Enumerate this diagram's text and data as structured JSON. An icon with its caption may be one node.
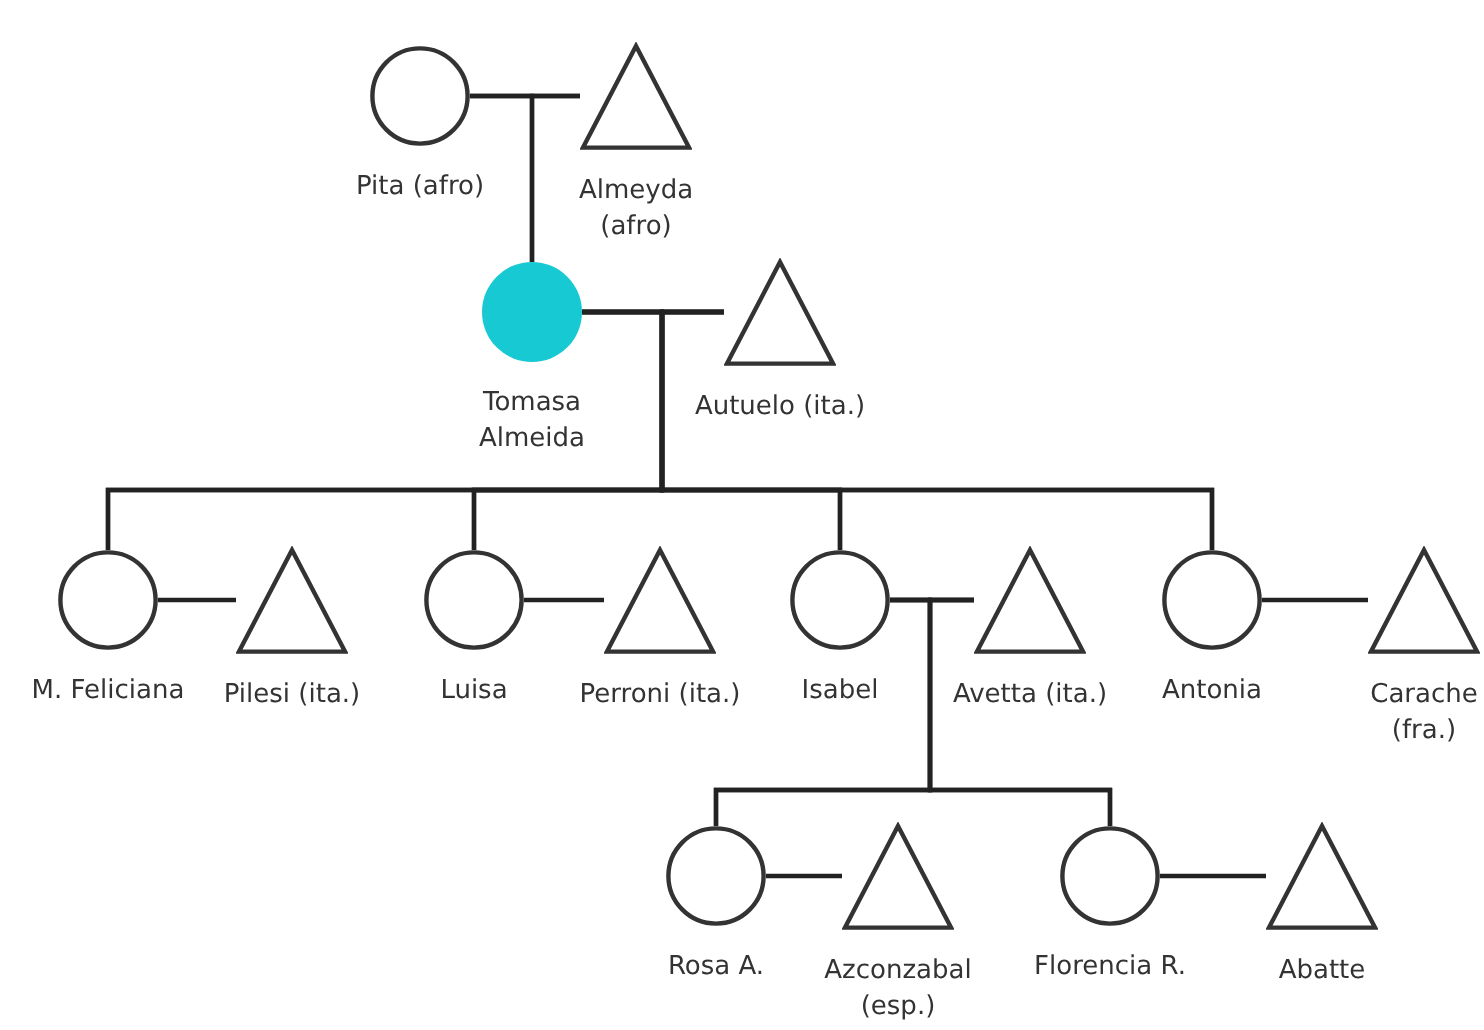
{
  "diagram": {
    "nodes": [
      {
        "text": [
          "Pita (afro)"
        ]
      },
      {
        "text": [
          "Almeyda (afro)"
        ]
      },
      {
        "text": [
          "Tomasa Almeida"
        ]
      },
      {
        "text": [
          "Autuelo (ita.)"
        ]
      },
      {
        "text": [
          "M. Feliciana"
        ]
      },
      {
        "text": [
          "Pilesi (ita.)"
        ]
      },
      {
        "text": [
          "Luisa"
        ]
      },
      {
        "text": [
          "Perroni (ita.)"
        ]
      },
      {
        "text": [
          "Isabel"
        ]
      },
      {
        "text": [
          "Avetta (ita.)"
        ]
      },
      {
        "text": [
          "Antonia"
        ]
      },
      {
        "text": [
          "Carache (fra.)"
        ]
      },
      {
        "text": [
          "Rosa A."
        ]
      },
      {
        "text": [
          "Azconzabal (esp.)"
        ]
      },
      {
        "text": [
          "Florencia R."
        ]
      },
      {
        "text": [
          "Abatte"
        ]
      }
    ],
    "edges": [
      {
        "from": 0,
        "to": 1,
        "arrow": "none"
      },
      {
        "from": 0,
        "to": 2,
        "arrow": "none"
      },
      {
        "from": 1,
        "to": 2,
        "arrow": "none"
      },
      {
        "from": 2,
        "to": 3,
        "arrow": "none"
      },
      {
        "from": 2,
        "to": 4,
        "arrow": "none"
      },
      {
        "from": 3,
        "to": 4,
        "arrow": "none"
      },
      {
        "from": 2,
        "to": 6,
        "arrow": "none"
      },
      {
        "from": 3,
        "to": 6,
        "arrow": "none"
      },
      {
        "from": 2,
        "to": 8,
        "arrow": "none"
      },
      {
        "from": 3,
        "to": 8,
        "arrow": "none"
      },
      {
        "from": 2,
        "to": 10,
        "arrow": "none"
      },
      {
        "from": 3,
        "to": 10,
        "arrow": "none"
      },
      {
        "from": 4,
        "to": 5,
        "arrow": "none"
      },
      {
        "from": 6,
        "to": 7,
        "arrow": "none"
      },
      {
        "from": 8,
        "to": 9,
        "arrow": "none"
      },
      {
        "from": 10,
        "to": 11,
        "arrow": "none"
      },
      {
        "from": 8,
        "to": 12,
        "arrow": "none"
      },
      {
        "from": 9,
        "to": 12,
        "arrow": "none"
      },
      {
        "from": 8,
        "to": 14,
        "arrow": "none"
      },
      {
        "from": 9,
        "to": 14,
        "arrow": "none"
      },
      {
        "from": 12,
        "to": 13,
        "arrow": "none"
      },
      {
        "from": 14,
        "to": 15,
        "arrow": "none"
      }
    ]
  }
}
